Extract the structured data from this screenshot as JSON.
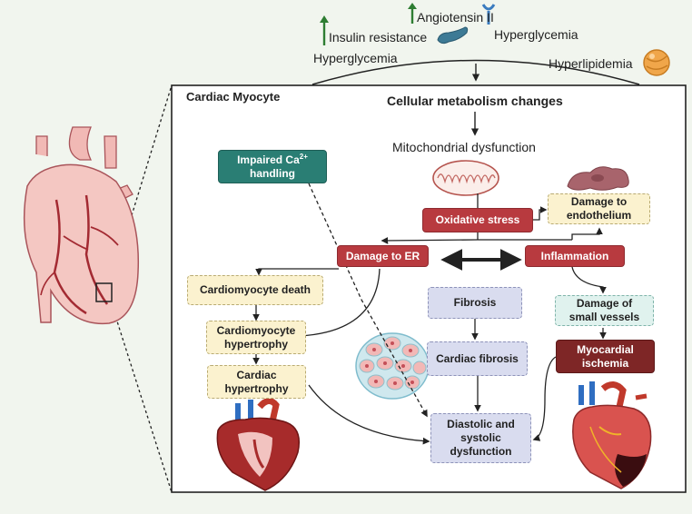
{
  "top_factors": {
    "angiotensin": "Angiotensin II",
    "insulin_resistance": "Insulin resistance",
    "hyperglycemia_left": "Hyperglycemia",
    "hyperglycemia_right": "Hyperglycemia",
    "hyperlipidemia": "Hyperlipidemia"
  },
  "panel": {
    "title": "Cardiac Myocyte",
    "metabolism": "Cellular metabolism changes",
    "mito": "Mitochondrial dysfunction"
  },
  "boxes": {
    "ca_main": "Impaired Ca",
    "ca_sup": "2+",
    "ca_line2": "handling",
    "oxidative_stress": "Oxidative stress",
    "damage_endothelium_1": "Damage to",
    "damage_endothelium_2": "endothelium",
    "damage_er": "Damage to ER",
    "inflammation": "Inflammation",
    "cardiomyocyte_death": "Cardiomyocyte death",
    "fibrosis": "Fibrosis",
    "small_vessels_1": "Damage of",
    "small_vessels_2": "small vessels",
    "cm_hypertrophy_1": "Cardiomyocyte",
    "cm_hypertrophy_2": "hypertrophy",
    "myocardial_1": "Myocardial",
    "myocardial_2": "ischemia",
    "cardiac_fibrosis": "Cardiac fibrosis",
    "cardiac_hypertrophy_1": "Cardiac",
    "cardiac_hypertrophy_2": "hypertrophy",
    "dysfunction_1": "Diastolic and",
    "dysfunction_2": "systolic",
    "dysfunction_3": "dysfunction"
  },
  "colors": {
    "red_box": "#b83a3f",
    "dark_red_box": "#7e2626",
    "teal_box": "#2a7e74",
    "beige_box": "#fbf2cf",
    "lilac_box": "#d9dcef",
    "mint_box": "#e0f2ee",
    "up_arrow": "#2e7d32"
  },
  "icons": [
    "up-arrow-icon",
    "pancreas-icon",
    "receptor-icon",
    "lipid-droplet-icon",
    "mitochondrion-icon",
    "endothelium-icon",
    "tissue-cells-icon",
    "heart-icon",
    "hypertrophic-heart-icon",
    "ischemic-heart-icon"
  ]
}
